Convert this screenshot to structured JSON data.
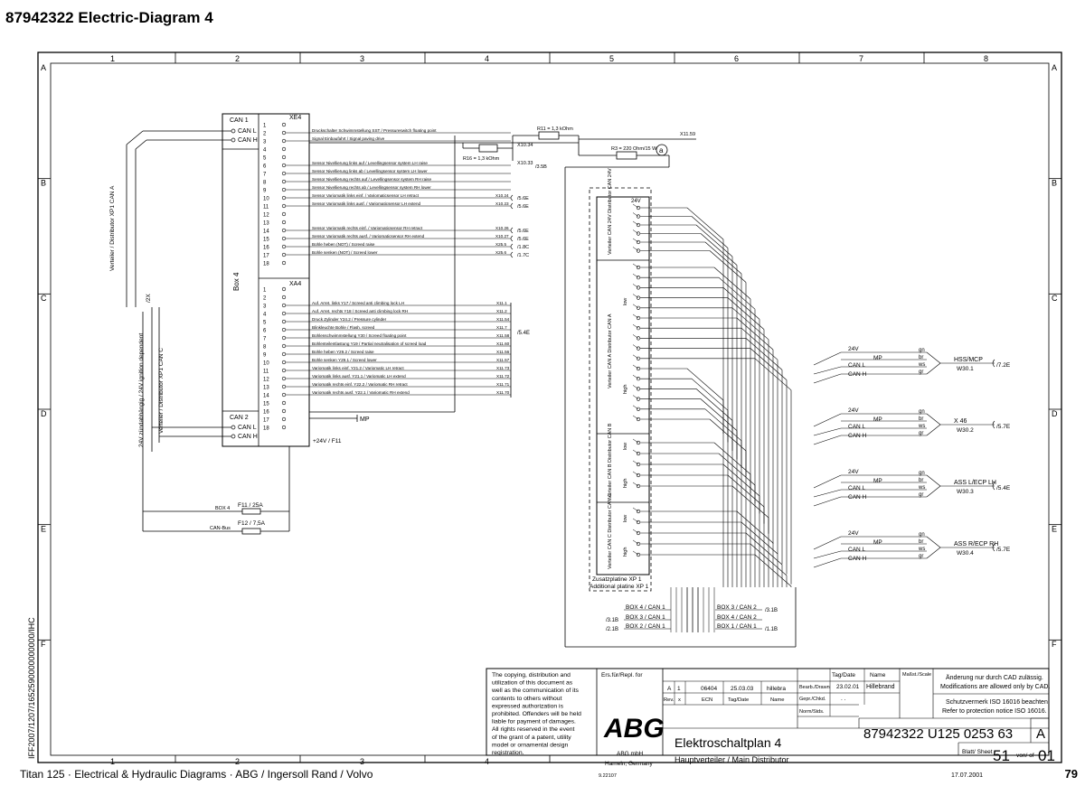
{
  "page": {
    "title": "87942322  Electric-Diagram 4",
    "footer_text": "Titan 125  ·  Electrical & Hydraulic Diagrams  ·  ABG / Ingersoll Rand / Volvo",
    "page_number": "79",
    "side_code": "IFF2007/1207/1652590000000000/IHC"
  },
  "grid": {
    "columns": [
      "1",
      "2",
      "3",
      "4",
      "5",
      "6",
      "7",
      "8"
    ],
    "rows": [
      "A",
      "B",
      "C",
      "D",
      "E",
      "F"
    ]
  },
  "box4": {
    "label": "Box 4",
    "can1": {
      "label": "CAN 1",
      "l": "CAN L",
      "h": "CAN H"
    },
    "can2": {
      "label": "CAN 2",
      "l": "CAN L",
      "h": "CAN H"
    },
    "xe4": "XE4",
    "xa4": "XA4",
    "xe4_pins": [
      "1",
      "2",
      "3",
      "4",
      "5",
      "6",
      "7",
      "8",
      "9",
      "10",
      "11",
      "12",
      "13",
      "14",
      "15",
      "16",
      "17",
      "18"
    ],
    "xa4_pins": [
      "1",
      "2",
      "3",
      "4",
      "5",
      "6",
      "7",
      "8",
      "9",
      "10",
      "11",
      "12",
      "13",
      "14",
      "15",
      "16",
      "17",
      "18"
    ],
    "mp": "MP",
    "plus24_f11": "+24V / F11"
  },
  "xe4_signals": [
    {
      "pin": 2,
      "text": "Druckschalter Schwimmstellung SST / Pressureswitch floating point",
      "ref": ""
    },
    {
      "pin": 3,
      "text": "Signal Einbaufahrt / Signal paving drive",
      "ref": ""
    },
    {
      "pin": 6,
      "text": "Sensor Nivellierung links auf / Levellingsensor system LH raise",
      "ref": ""
    },
    {
      "pin": 7,
      "text": "Sensor Nivellierung links ab / Levellingsensor system LH lower",
      "ref": ""
    },
    {
      "pin": 8,
      "text": "Sensor Nivellierung rechts auf / Levellingsensor system RH raise",
      "ref": ""
    },
    {
      "pin": 9,
      "text": "Sensor Nivellierung rechts ab / Levellingsensor system RH lower",
      "ref": ""
    },
    {
      "pin": 10,
      "text": "Sensor Variomatik links einf. / Variomaticsensor LH retract",
      "ref": "X10.24"
    },
    {
      "pin": 11,
      "text": "Sensor Variomatik links ausf. / Variomaticsensor LH extend",
      "ref": "X10.23"
    },
    {
      "pin": 14,
      "text": "Sensor Variomatik rechts einf. / Variomaticsensor RH retract",
      "ref": "X10.26"
    },
    {
      "pin": 15,
      "text": "Sensor Variomatik rechts ausf. / Variomaticsensor RH extend",
      "ref": "X10.27"
    },
    {
      "pin": 16,
      "text": "Bohle heben (NOT) / Screed raise",
      "ref": "X25.5"
    },
    {
      "pin": 17,
      "text": "Bohle senken (NOT) / Screed lower",
      "ref": "X25.6"
    }
  ],
  "xe4_refs": [
    "/5.6E",
    "/5.6E",
    "/5.6E",
    "/5.6E",
    "/1.8C",
    "/1.7C"
  ],
  "xa4_signals": [
    {
      "pin": 3,
      "text": "Auf. Arret. links Y17 / Screed anti climbing lock LH",
      "ref": "X11.1"
    },
    {
      "pin": 4,
      "text": "Auf. Arret. rechts Y18 / Screed anti climbing lock RH",
      "ref": "X11.2"
    },
    {
      "pin": 5,
      "text": "Druck Zylinder Y24.2 / Pressure cylinder",
      "ref": "X11.54"
    },
    {
      "pin": 6,
      "text": "Blinkleuchte Bohle / Flash. screed",
      "ref": "X11.7"
    },
    {
      "pin": 7,
      "text": "Bohlenschwimmstellung Y30 / Screed floating point",
      "ref": "X11.58"
    },
    {
      "pin": 8,
      "text": "Bohlenteilentlastung Y19 / Partial neutralisation of screed load",
      "ref": "X11.60"
    },
    {
      "pin": 9,
      "text": "Bohle heben Y29.2 / Screed raise",
      "ref": "X11.56"
    },
    {
      "pin": 10,
      "text": "Bohle senken Y29.1 / Screed lower",
      "ref": "X11.57"
    },
    {
      "pin": 11,
      "text": "Variomatik links einf. Y21.2 / Variomatic LH retract",
      "ref": "X11.73"
    },
    {
      "pin": 12,
      "text": "Variomatik links ausf. Y21.1 / Variomatic LH extend",
      "ref": "X11.72"
    },
    {
      "pin": 13,
      "text": "Variomatik rechts einf. Y22.2 / Variomatic RH retract",
      "ref": "X11.71"
    },
    {
      "pin": 14,
      "text": "Variomatik rechts ausf. Y22.1 / Variomatic RH extend",
      "ref": "X11.70"
    }
  ],
  "xa4_ref": "/5.4E",
  "top_wiring": {
    "r11": "R11 = 1,3 kOhm",
    "r16": "R16 = 1,3 kOhm",
    "r3": "R3 = 220 Ohm/15 W",
    "x1159": "X11.59",
    "x1034": "X10.34",
    "x1033": "X10.33",
    "ref358": "/3.5B",
    "circle_a": "a"
  },
  "left_labels": {
    "verteiler_a": "Verteiler / Distributor XP1 CAN A",
    "verteiler_c": "Verteiler / Distributor XP1 CAN C",
    "ign": "24V zündabhängig / 24V ignition dependent",
    "ref2x": "/2X",
    "box4_fuse_label": "BOX 4",
    "canbus_fuse_label": "CAN-Bus",
    "f11": "F11 / 25A",
    "f12": "F12 / 7,5A"
  },
  "additional_board": {
    "top_label": "24V",
    "sections": [
      {
        "name": "Verteiler CAN 24V Distributor CAN 24V"
      },
      {
        "name": "Verteiler CAN A Distributor CAN A",
        "low": "low",
        "high": "high"
      },
      {
        "name": "Verteiler CAN B Distributor CAN B",
        "low": "low",
        "high": "high"
      },
      {
        "name": "Verteiler CAN C Distributor CAN C",
        "low": "low",
        "high": "high"
      }
    ],
    "caption_de": "Zusatzplatine XP 1",
    "caption_en": "Additional platine XP 1"
  },
  "connectors": [
    {
      "name": "HSS/MCP",
      "code": "W30.1",
      "ref": "/7.2E"
    },
    {
      "name": "X 46",
      "code": "W30.2",
      "ref": "/5.7E"
    },
    {
      "name": "ASS L/ECP LH",
      "code": "W30.3",
      "ref": "/5.4E"
    },
    {
      "name": "ASS R/ECP RH",
      "code": "W30.4",
      "ref": "/5.7E"
    }
  ],
  "connector_wires": {
    "v24": "24V",
    "mp": "MP",
    "canl": "CAN L",
    "canh": "CAN H",
    "colors": [
      "gn",
      "br",
      "ws",
      "gr"
    ]
  },
  "bus_links": [
    {
      "text": "BOX 4 / CAN 1",
      "ref": ""
    },
    {
      "text": "BOX 3 / CAN 1",
      "ref": "/3.1B"
    },
    {
      "text": "BOX 2 / CAN 1",
      "ref": "/2.1B"
    },
    {
      "text": "BOX 3 / CAN 2",
      "ref": "/3.1B"
    },
    {
      "text": "BOX 4 / CAN 2",
      "ref": ""
    },
    {
      "text": "BOX 1 / CAN 1",
      "ref": "/1.1B"
    }
  ],
  "title_block": {
    "copyright": [
      "The copying, distribution and",
      "utilization of this document as",
      "well as the communication of its",
      "contents to others without",
      "expressed authorization is",
      "prohibited. Offenders will be held",
      "liable for payment of damages.",
      "All rights reserved in the event",
      "of the grant of a patent, utility",
      "model or ornamental design",
      "registration."
    ],
    "ers_repl": "Ers.für/Repl. for",
    "rev_row": [
      "A",
      "1",
      "06404",
      "25.03.03",
      "hillebra"
    ],
    "rev_hdr": [
      "Rev.",
      "x",
      "ECN",
      "Tag/Date",
      "Name"
    ],
    "bearb": "Bearb./Drawn",
    "gepr": "Gepr./Chkd.",
    "norm": "Norm/Stds.",
    "tag_date": "Tag/Date",
    "name_h": "Name",
    "drawn_date": "23.02.01",
    "drawn_name": "Hillebrand",
    "chkd_date": ". .",
    "massst": "Maßst./Scale",
    "cad_note_1": "Änderung nur durch CAD zulässig.",
    "cad_note_2": "Modifications are allowed only by CAD.",
    "protect_1": "Schutzvermerk ISO 16016 beachten.",
    "protect_2": "Refer to protection notice ISO 16016.",
    "logo": "ABG",
    "company_1": "ABG mbH",
    "company_2": "Hameln, Germany",
    "doc_title": "Elektroschaltplan 4",
    "doc_subtitle": "Hauptverteiler / Main Distributor",
    "doc_number": "87942322 U125 0253 63",
    "doc_rev": "A",
    "blatt": "Blatt/ Sheet",
    "sheet": "51",
    "von": "von/ of",
    "of": "01",
    "date_stamp": "17.07.2001",
    "code_stamp": "9.22107"
  }
}
